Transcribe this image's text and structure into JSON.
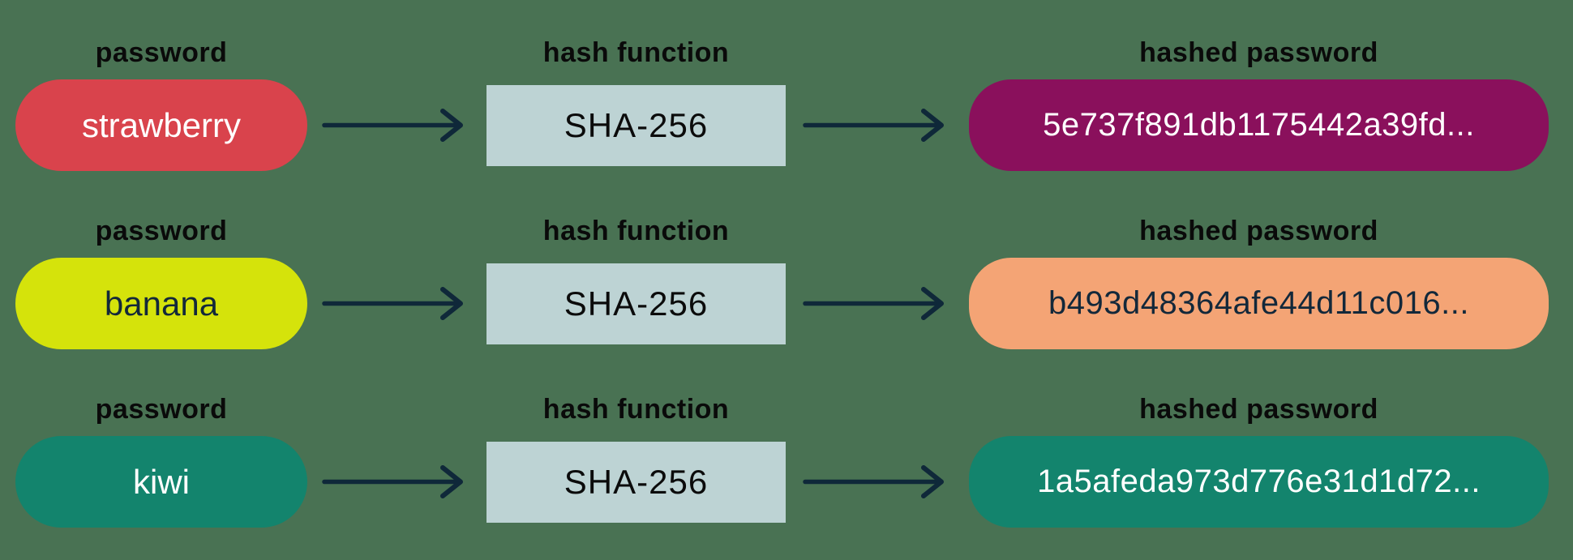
{
  "canvas": {
    "background": "#497253"
  },
  "colors": {
    "arrow": "#0F2839",
    "label_text": "#0A0A0A",
    "hash_box_bg": "#BDD3D4",
    "hash_box_text": "#0B0B0B"
  },
  "rows": [
    {
      "password_label": "password",
      "password_value": "strawberry",
      "password_bg": "#D9434C",
      "password_text": "#FFFFFF",
      "hash_label": "hash function",
      "hash_value": "SHA-256",
      "hashed_label": "hashed password",
      "hashed_value": "5e737f891db1175442a39fd...",
      "hashed_bg": "#8A105C",
      "hashed_text": "#FFFFFF"
    },
    {
      "password_label": "password",
      "password_value": "banana",
      "password_bg": "#D5E30B",
      "password_text": "#13283A",
      "hash_label": "hash function",
      "hash_value": "SHA-256",
      "hashed_label": "hashed password",
      "hashed_value": "b493d48364afe44d11c016...",
      "hashed_bg": "#F4A475",
      "hashed_text": "#13283A"
    },
    {
      "password_label": "password",
      "password_value": "kiwi",
      "password_bg": "#13846D",
      "password_text": "#FFFFFF",
      "hash_label": "hash function",
      "hash_value": "SHA-256",
      "hashed_label": "hashed password",
      "hashed_value": "1a5afeda973d776e31d1d72...",
      "hashed_bg": "#13846D",
      "hashed_text": "#FFFFFF"
    }
  ]
}
